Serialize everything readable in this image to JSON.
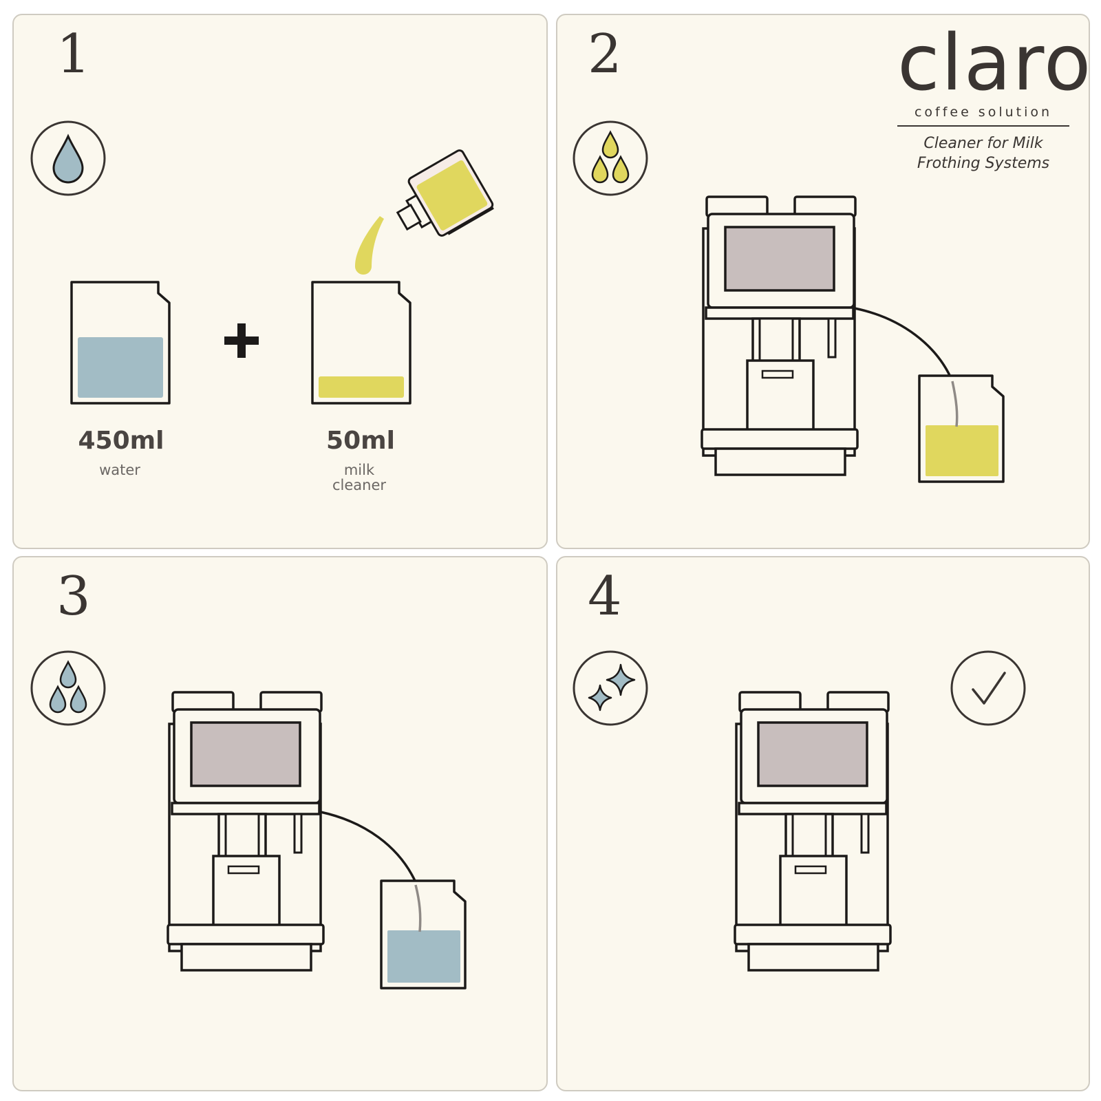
{
  "brand": {
    "name": "claro",
    "tagline": "coffee solution",
    "description_line1": "Cleaner for Milk",
    "description_line2": "Frothing Systems"
  },
  "steps": [
    {
      "number": "1",
      "icon": "water-drop-icon",
      "items": [
        {
          "amount": "450ml",
          "label": "water"
        },
        {
          "amount": "50ml",
          "label": "milk\ncleaner"
        }
      ]
    },
    {
      "number": "2",
      "icon": "three-yellow-drops-icon"
    },
    {
      "number": "3",
      "icon": "three-blue-drops-icon"
    },
    {
      "number": "4",
      "icon": "sparkle-icon",
      "status_icon": "checkmark-icon"
    }
  ],
  "colors": {
    "water": "#a2bcc5",
    "cleaner": "#e0d75e",
    "screen": "#c8bebd",
    "panel": "#fbf8ee",
    "line": "#1c1a19"
  }
}
